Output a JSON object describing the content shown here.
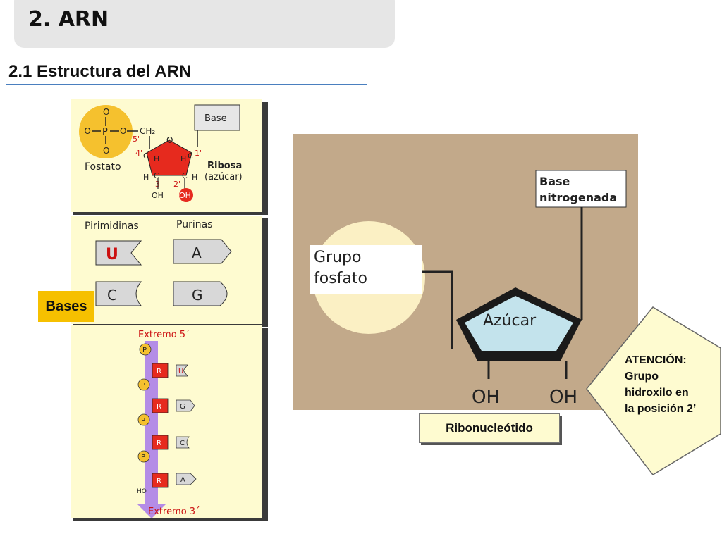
{
  "slide": {
    "title": "2. ARN",
    "subtitle": "2.1 Estructura del ARN"
  },
  "left_diagram": {
    "phosphate": {
      "o_top": "O⁻",
      "o_left": "⁻O",
      "p": "P",
      "o_right": "O",
      "ch2": "CH₂",
      "o_bottom": "O",
      "label": "Fostato"
    },
    "sugar": {
      "base_box": "Base",
      "ring_o": "O",
      "c5": "5'",
      "c4": "4'",
      "c1": "1'",
      "c3": "3'",
      "c2": "2'",
      "h": "H",
      "c": "C",
      "oh": "OH",
      "oh_red": "OH",
      "ribosa": "Ribosa",
      "azucar": "(azúcar)"
    },
    "bases_panel": {
      "pirimidinas": "Pirimidinas",
      "purinas": "Purinas",
      "u": "U",
      "a": "A",
      "c": "C",
      "g": "G"
    },
    "bases_label": "Bases",
    "strand": {
      "extremo5": "Extremo  5´",
      "extremo3": "Extremo  3´",
      "p": "P",
      "r": "R",
      "ho": "HO",
      "bases": [
        "U",
        "G",
        "C",
        "A"
      ]
    }
  },
  "right_diagram": {
    "base_nitrogenada_l1": "Base",
    "base_nitrogenada_l2": "nitrogenada",
    "grupo_fosfato_l1": "Grupo",
    "grupo_fosfato_l2": "fosfato",
    "azucar": "Azúcar",
    "oh_left": "OH",
    "oh_right": "OH",
    "caption": "Ribonucleótido"
  },
  "callout": {
    "line1": "ATENCIÓN:",
    "line2": "Grupo",
    "line3": "hidroxilo en",
    "line4": "la posición 2’"
  },
  "colors": {
    "title_bg": "#e6e6e6",
    "underline": "#4a7fbf",
    "panel_bg": "#fefbd0",
    "bases_label_bg": "#f6c000",
    "phosphate_yellow": "#f5c12e",
    "ribose_red": "#e62a1e",
    "photo_bg": "#c2a98a",
    "sugar_blue": "#c3e3ec"
  }
}
